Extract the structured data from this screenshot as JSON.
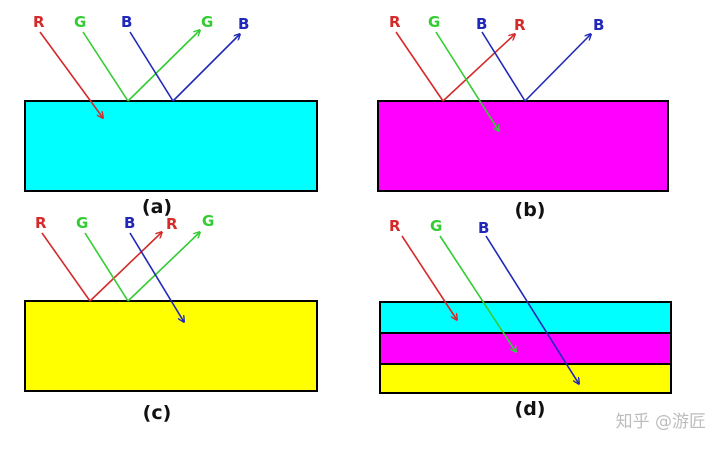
{
  "colors": {
    "R": "#d42a2a",
    "G": "#33cc33",
    "B": "#1f28b8",
    "cyan": "#00ffff",
    "magenta": "#ff00ff",
    "yellow": "#ffff00",
    "outline": "#000000"
  },
  "ray_labels": {
    "R": "R",
    "G": "G",
    "B": "B"
  },
  "panels": {
    "a": {
      "caption": "(a)",
      "layers": [
        "cyan"
      ],
      "reflected": [
        "G",
        "B"
      ],
      "transmitted": [
        "R"
      ]
    },
    "b": {
      "caption": "(b)",
      "layers": [
        "magenta"
      ],
      "reflected": [
        "R",
        "B"
      ],
      "transmitted": [
        "G"
      ]
    },
    "c": {
      "caption": "(c)",
      "layers": [
        "yellow"
      ],
      "reflected": [
        "R",
        "G"
      ],
      "transmitted": [
        "B"
      ]
    },
    "d": {
      "caption": "(d)",
      "layers": [
        "cyan",
        "magenta",
        "yellow"
      ],
      "reflected": [],
      "transmitted": [
        "R",
        "G",
        "B"
      ]
    }
  },
  "watermark": "知乎 @游匠"
}
